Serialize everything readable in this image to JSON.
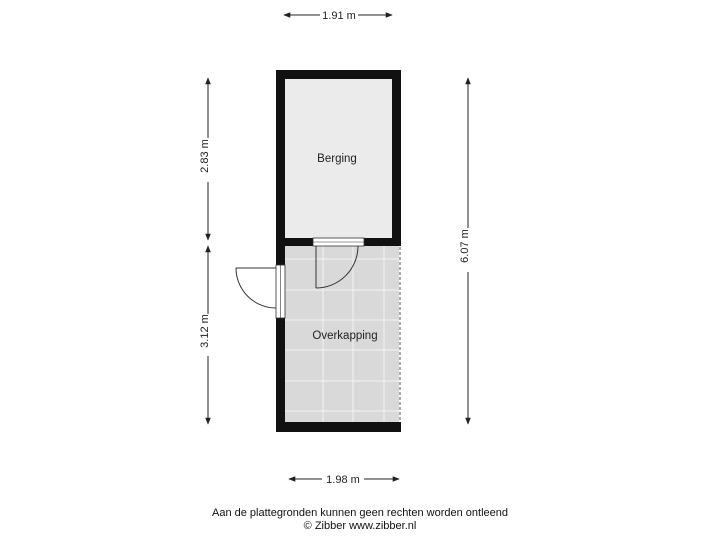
{
  "dimensions": {
    "top_width": "1.91 m",
    "bottom_width": "1.98 m",
    "left_upper": "2.83 m",
    "left_lower": "3.12 m",
    "right_total": "6.07 m"
  },
  "rooms": {
    "berging": "Berging",
    "overkapping": "Overkapping"
  },
  "footer": {
    "disclaimer": "Aan de plattegronden kunnen geen rechten worden ontleend",
    "copyright": "© Zibber www.zibber.nl"
  },
  "colors": {
    "wall": "#111111",
    "berging_floor": "#ebebeb",
    "overkapping_floor": "#d9d9d9",
    "tile_line": "#f3f3f3"
  }
}
